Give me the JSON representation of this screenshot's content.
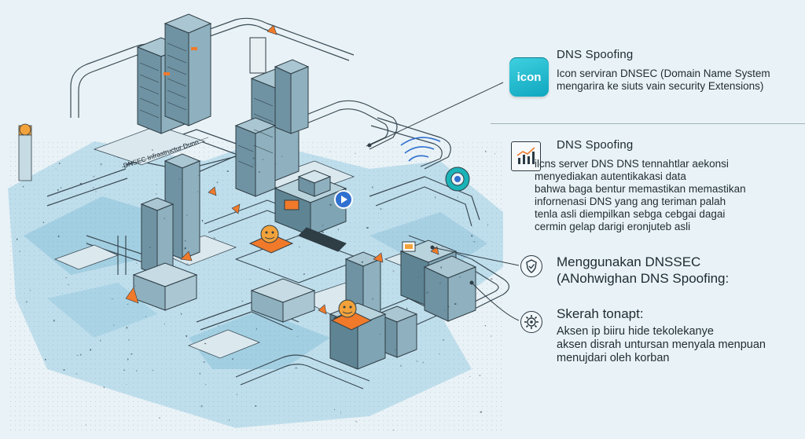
{
  "colors": {
    "background": "#e9f2f6",
    "water": "#a8d3e5",
    "server": "#7fa4b4",
    "server_dark": "#4d6d7c",
    "accent_orange": "#f07a2a",
    "accent_blue": "#2f6fd0",
    "icon_teal": "#18b2c8",
    "line": "#2f3d45"
  },
  "diagram": {
    "road_label": "DNSEC Infrastructur Dunn"
  },
  "panel": {
    "block1": {
      "icon_label": "icon",
      "title": "DNS Spoofing",
      "lines": [
        "Icon serviran DNSEC (Domain Name System",
        "mengarira ke siuts vain security Extensions)"
      ]
    },
    "block2": {
      "title": "DNS Spoofing",
      "lines": [
        "ilcns server DNS DNS tennahtlar aekonsi",
        "menyediakan autentikakasi data",
        "bahwa baga bentur memastikan memastikan",
        "infornenasi DNS yang ang teriman palah",
        "tenla asli diempilkan sebga cebgai dagai",
        "cermin gelap darigi eronjuteb asli"
      ]
    },
    "block3": {
      "title": "Menggunakan DNSSEC",
      "subtitle": "(ANohwighan DNS Spoofing:"
    },
    "block4": {
      "title": "Skerah tonapt:",
      "lines": [
        "Aksen ip biiru hide tekolekanye",
        "aksen disrah untursan menyala menpuan",
        "menujdari oleh korban"
      ]
    }
  }
}
